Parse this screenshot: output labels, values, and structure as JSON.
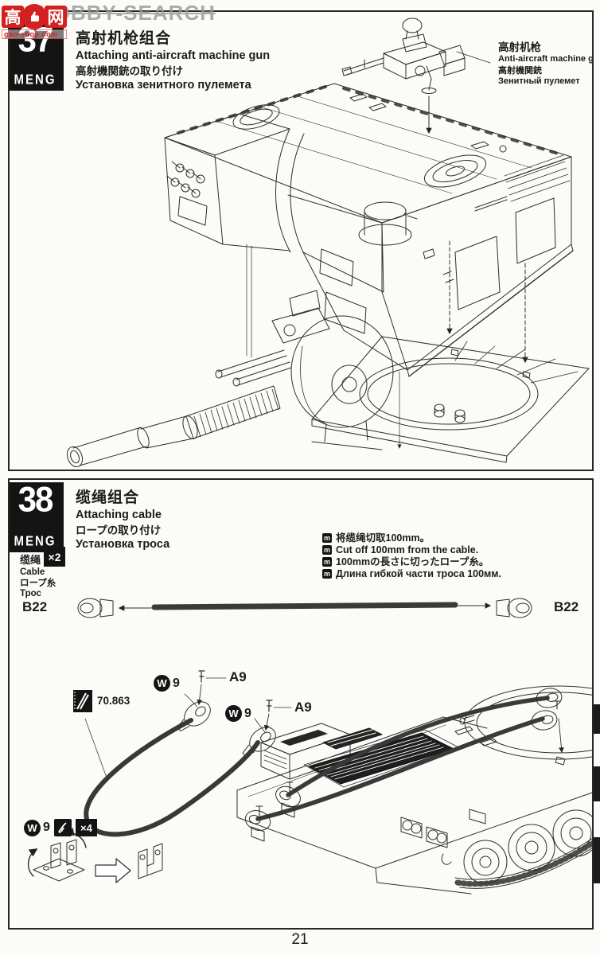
{
  "watermark": {
    "site": "HOBBY-SEARCH",
    "logo_char_left": "高",
    "logo_char_right": "网",
    "logo_url": "gao-shop.com"
  },
  "page": {
    "number": "21"
  },
  "step37": {
    "number": "37",
    "brand": "MENG",
    "title_cn": "高射机枪组合",
    "title_en": "Attaching anti-aircraft machine gun",
    "title_ja": "高射機関銃の取り付け",
    "title_ru": "Установка зенитного пулемета",
    "callout": {
      "cn": "高射机枪",
      "en": "Anti-aircraft machine gun",
      "ja": "高射機関銃",
      "ru": "Зенитный пулемет"
    }
  },
  "step38": {
    "number": "38",
    "brand": "MENG",
    "title_cn": "缆绳组合",
    "title_en": "Attaching cable",
    "title_ja": "ロープの取り付け",
    "title_ru": "Установка троса",
    "part": {
      "cn": "缆绳",
      "qty": "×2",
      "en": "Cable",
      "ja": "ロープ糸",
      "ru": "Трос"
    },
    "note_icon_letter": "m",
    "notes": [
      "将缆绳切取100mm。",
      "Cut off 100mm from the cable.",
      "100mmの長さに切ったロープ糸。",
      "Длина гибкой части троса 100мм."
    ],
    "cable": {
      "left_label": "B22",
      "right_label": "B22"
    },
    "paint_code": "70.863",
    "clamp": {
      "part_letter": "W",
      "part_num": "9",
      "pin_label": "A9",
      "qty": "×4"
    }
  }
}
